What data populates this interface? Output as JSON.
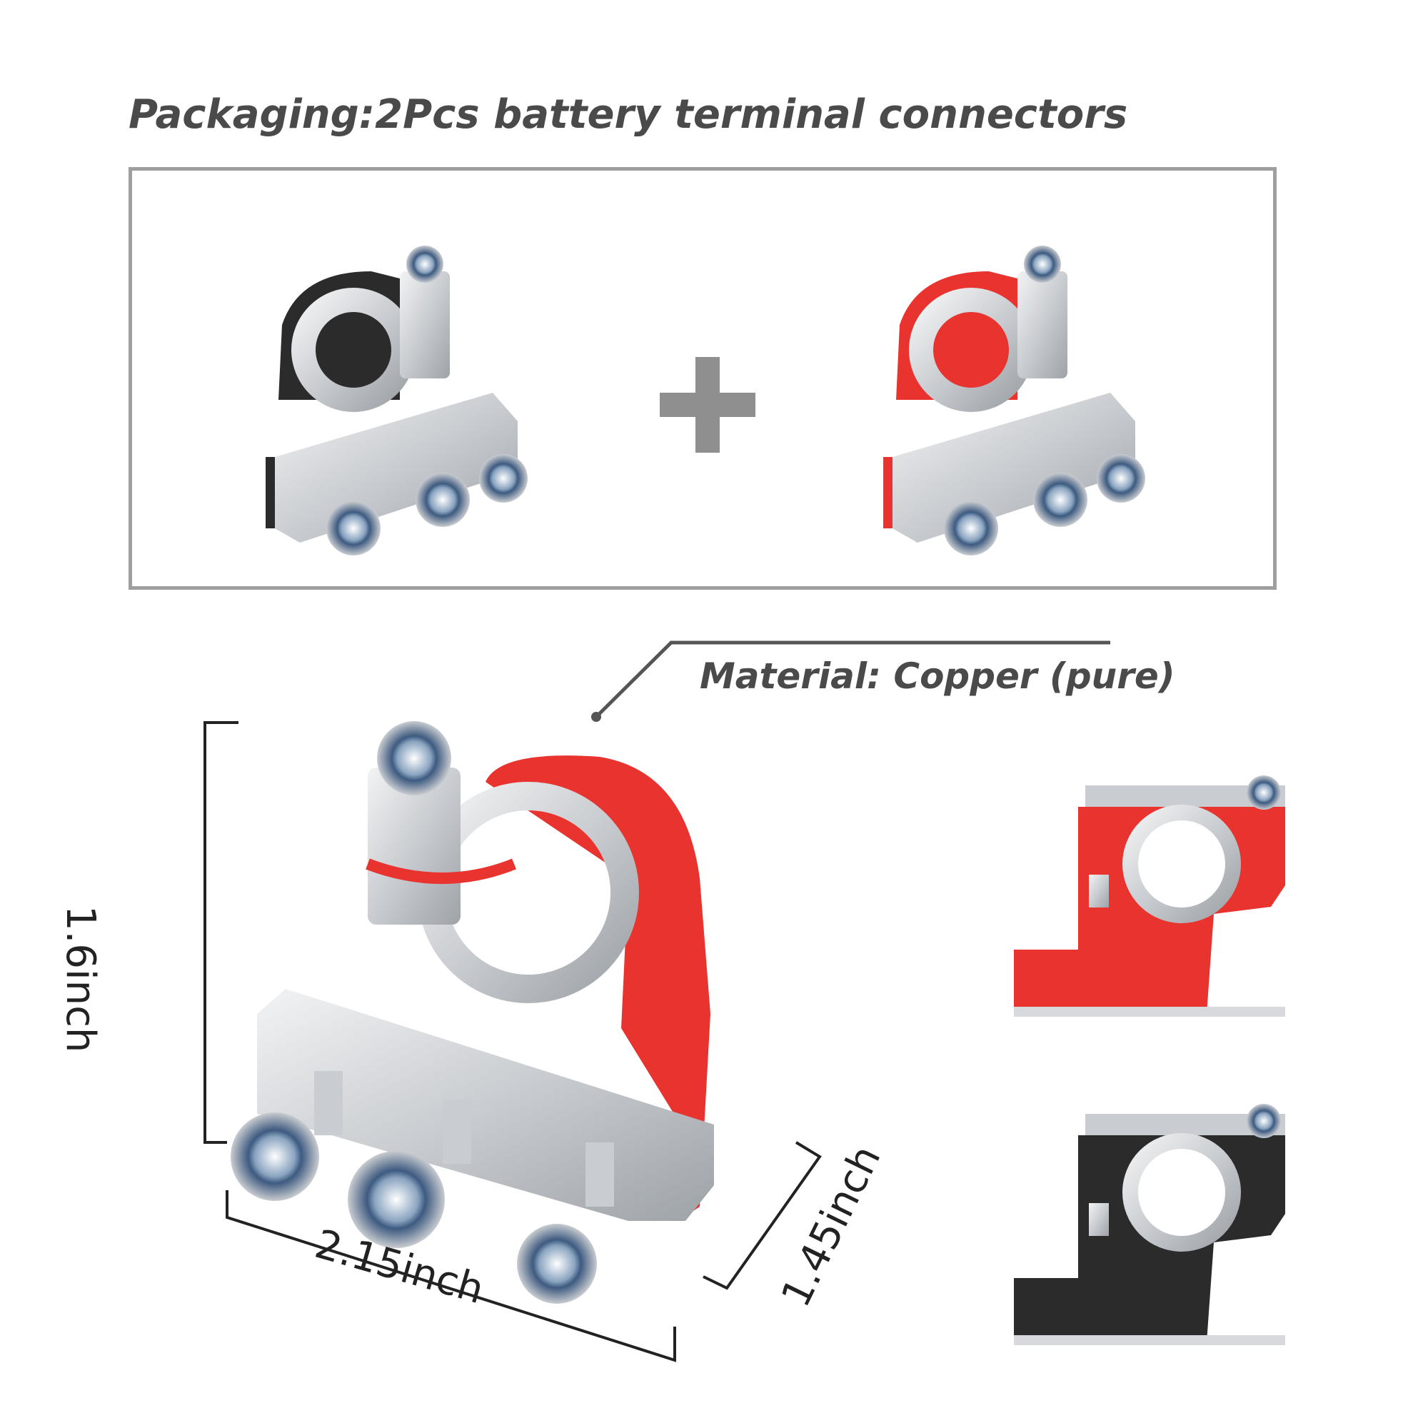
{
  "heading": "Packaging:2Pcs battery terminal connectors",
  "material_label": "Material: Copper (pure)",
  "dimensions": {
    "height": "1.6inch",
    "width": "2.15inch",
    "depth": "1.45inch"
  },
  "colors": {
    "red_cover": "#e8332e",
    "black_cover": "#2b2b2b",
    "metal": "#d7d9dc",
    "frame": "#9e9e9e",
    "plus": "#8f8f8f"
  },
  "icons": [
    "plus-icon"
  ]
}
